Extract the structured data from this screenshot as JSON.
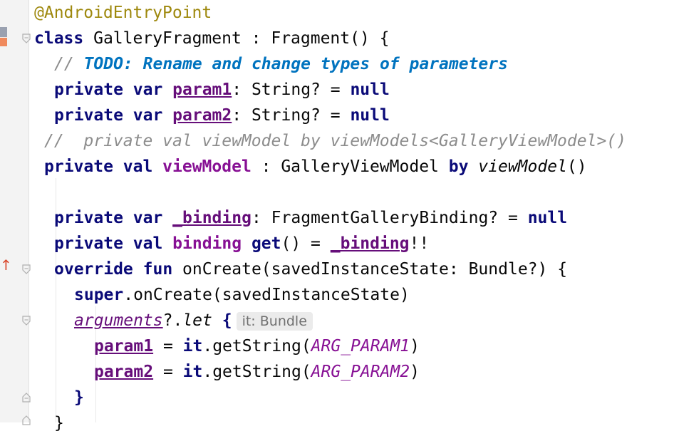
{
  "editor": {
    "lines": [
      {
        "indent": 0,
        "tokens": [
          {
            "t": "@AndroidEntryPoint",
            "c": "ann"
          }
        ]
      },
      {
        "indent": 0,
        "tokens": [
          {
            "t": "class",
            "c": "kw"
          },
          {
            "t": " GalleryFragment : Fragment() {",
            "c": ""
          }
        ]
      },
      {
        "indent": 2,
        "tokens": [
          {
            "t": "// ",
            "c": "cmt"
          },
          {
            "t": "TODO: Rename and change types of parameters",
            "c": "todo"
          }
        ]
      },
      {
        "indent": 2,
        "tokens": [
          {
            "t": "private var ",
            "c": "kw"
          },
          {
            "t": "param1",
            "c": "propu"
          },
          {
            "t": ": String? = ",
            "c": ""
          },
          {
            "t": "null",
            "c": "kw"
          }
        ]
      },
      {
        "indent": 2,
        "tokens": [
          {
            "t": "private var ",
            "c": "kw"
          },
          {
            "t": "param2",
            "c": "propu"
          },
          {
            "t": ": String? = ",
            "c": ""
          },
          {
            "t": "null",
            "c": "kw"
          }
        ]
      },
      {
        "indent": 1,
        "tokens": [
          {
            "t": "//  private val viewModel by viewModels<GalleryViewModel>()",
            "c": "cmt"
          }
        ]
      },
      {
        "indent": 1,
        "tokens": [
          {
            "t": "private val ",
            "c": "kw"
          },
          {
            "t": "viewModel",
            "c": "prop"
          },
          {
            "t": " : GalleryViewModel ",
            "c": ""
          },
          {
            "t": "by ",
            "c": "kw"
          },
          {
            "t": "viewModel",
            "c": "ital"
          },
          {
            "t": "()",
            "c": ""
          }
        ]
      },
      {
        "indent": 0,
        "tokens": []
      },
      {
        "indent": 2,
        "tokens": [
          {
            "t": "private var ",
            "c": "kw"
          },
          {
            "t": "_binding",
            "c": "propu"
          },
          {
            "t": ": FragmentGalleryBinding? = ",
            "c": ""
          },
          {
            "t": "null",
            "c": "kw"
          }
        ]
      },
      {
        "indent": 2,
        "tokens": [
          {
            "t": "private val ",
            "c": "kw"
          },
          {
            "t": "binding ",
            "c": "prop"
          },
          {
            "t": "get",
            "c": "kw"
          },
          {
            "t": "() = ",
            "c": ""
          },
          {
            "t": "_binding",
            "c": "propu"
          },
          {
            "t": "!!",
            "c": ""
          }
        ]
      },
      {
        "indent": 2,
        "tokens": [
          {
            "t": "override fun ",
            "c": "kw"
          },
          {
            "t": "onCreate(savedInstanceState: Bundle?) {",
            "c": ""
          }
        ]
      },
      {
        "indent": 4,
        "tokens": [
          {
            "t": "super",
            "c": "kw"
          },
          {
            "t": ".onCreate(savedInstanceState)",
            "c": ""
          }
        ]
      },
      {
        "indent": 4,
        "tokens": [
          {
            "t": "arguments",
            "c": "arg"
          },
          {
            "t": "?.",
            "c": ""
          },
          {
            "t": "let",
            "c": "ital"
          },
          {
            "t": " {",
            "c": "kw"
          }
        ],
        "hint": "it: Bundle"
      },
      {
        "indent": 6,
        "tokens": [
          {
            "t": "param1",
            "c": "propu"
          },
          {
            "t": " = ",
            "c": ""
          },
          {
            "t": "it",
            "c": "kw"
          },
          {
            "t": ".getString(",
            "c": ""
          },
          {
            "t": "ARG_PARAM1",
            "c": "const"
          },
          {
            "t": ")",
            "c": ""
          }
        ]
      },
      {
        "indent": 6,
        "tokens": [
          {
            "t": "param2",
            "c": "propu"
          },
          {
            "t": " = ",
            "c": ""
          },
          {
            "t": "it",
            "c": "kw"
          },
          {
            "t": ".getString(",
            "c": ""
          },
          {
            "t": "ARG_PARAM2",
            "c": "const"
          },
          {
            "t": ")",
            "c": ""
          }
        ]
      },
      {
        "indent": 4,
        "tokens": [
          {
            "t": "}",
            "c": "kw"
          }
        ]
      },
      {
        "indent": 2,
        "tokens": [
          {
            "t": "}",
            "c": ""
          }
        ]
      }
    ]
  },
  "colors": {
    "keyword": "#0a0a78",
    "annotation": "#9e880d",
    "comment": "#8c8c8c",
    "todo": "#0073bf",
    "property": "#871094"
  }
}
